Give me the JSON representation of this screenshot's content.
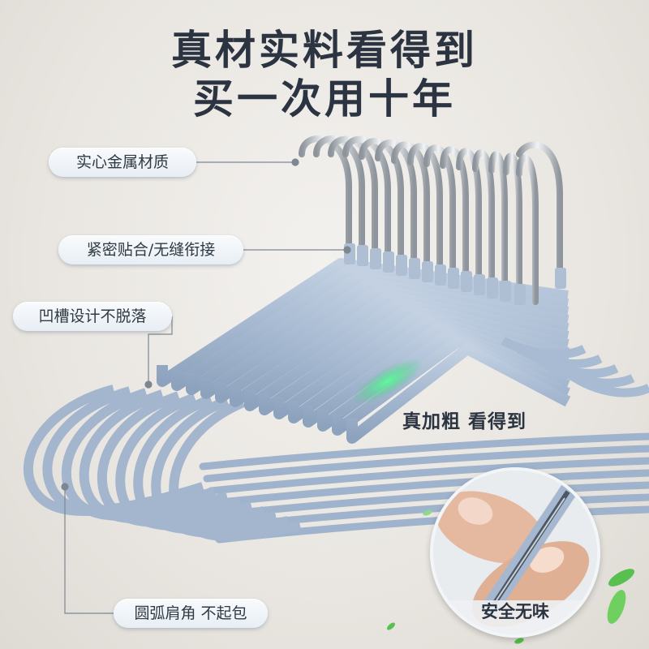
{
  "headline": {
    "line1": "真材实料看得到",
    "line2": "买一次用十年"
  },
  "callouts": {
    "solid_metal": "实心金属材质",
    "tight_fit": "紧密贴合/无缝衔接",
    "groove": "凹槽设计不脱落",
    "rounded_shoulder": "圆弧肩角 不起包"
  },
  "thickness_label": "真加粗 看得到",
  "safety_label": "安全无味",
  "colors": {
    "hanger_blue": "#9fb3cc",
    "hook_silver": "#c9ced3",
    "text_dark": "#2b3440",
    "glow_green": "#36e07a"
  }
}
